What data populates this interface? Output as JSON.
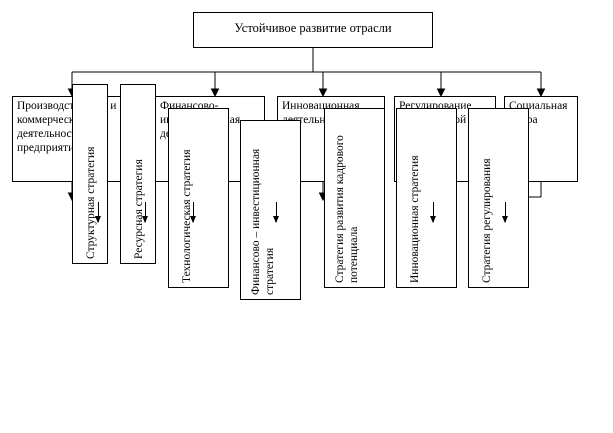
{
  "title": "Устойчивое развитие отрасли",
  "categories": [
    "Производственная и коммерческая деятельность предприятий",
    "Финансово-инвестиционная деятельность",
    "Инновационная деятельность",
    "Регулирование строительной политики",
    "Социальная сфера"
  ],
  "strategies": [
    "Структурная стратегия",
    "Ресурсная стратегия",
    "Технологическая стратегия",
    "Финансово – инвестиционная стратегия",
    "Стратегия развития кадрового потенциала",
    "Инновационная стратегия",
    "Стратегия регулирования"
  ]
}
